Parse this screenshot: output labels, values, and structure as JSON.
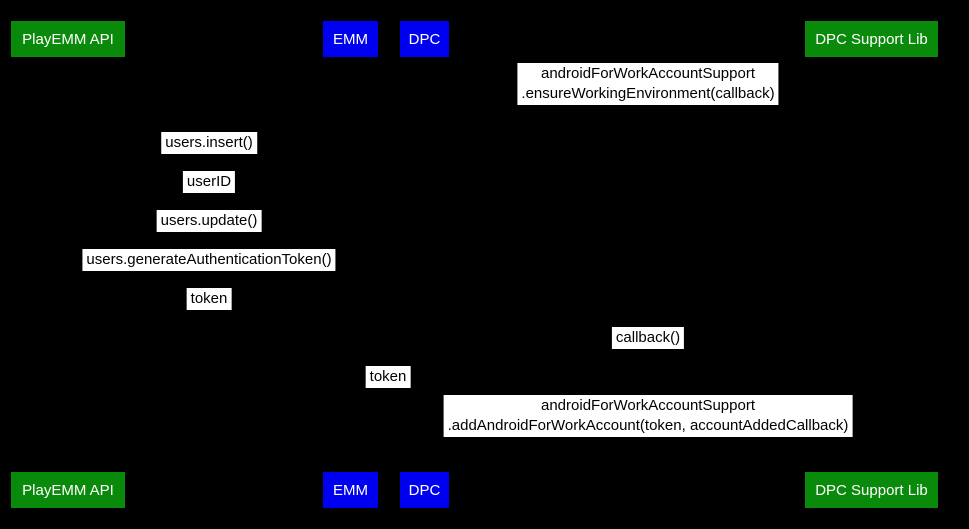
{
  "diagram": {
    "type": "sequence-diagram",
    "colors": {
      "background": "#000000",
      "api_green": "#0a8a0a",
      "component_blue": "#0000f0",
      "label_bg": "#ffffff",
      "label_text": "#000000",
      "participant_text": "#ffffff"
    },
    "participants": [
      {
        "id": "playemm-api",
        "label": "PlayEMM API",
        "role": "api"
      },
      {
        "id": "emm",
        "label": "EMM",
        "role": "component"
      },
      {
        "id": "dpc",
        "label": "DPC",
        "role": "component"
      },
      {
        "id": "dpc-support-lib",
        "label": "DPC Support Lib",
        "role": "api"
      }
    ],
    "messages": [
      {
        "id": "ensure-working-environment",
        "from": "dpc",
        "to": "dpc-support-lib",
        "lines": [
          "androidForWorkAccountSupport",
          ".ensureWorkingEnvironment(callback)"
        ]
      },
      {
        "id": "users-insert",
        "from": "emm",
        "to": "playemm-api",
        "lines": [
          "users.insert()"
        ]
      },
      {
        "id": "user-id",
        "from": "playemm-api",
        "to": "emm",
        "lines": [
          "userID"
        ]
      },
      {
        "id": "users-update",
        "from": "emm",
        "to": "playemm-api",
        "lines": [
          "users.update()"
        ]
      },
      {
        "id": "users-generate-authentication-token",
        "from": "emm",
        "to": "playemm-api",
        "lines": [
          "users.generateAuthenticationToken()"
        ]
      },
      {
        "id": "token-to-emm",
        "from": "playemm-api",
        "to": "emm",
        "lines": [
          "token"
        ]
      },
      {
        "id": "callback",
        "from": "dpc-support-lib",
        "to": "dpc",
        "lines": [
          "callback()"
        ]
      },
      {
        "id": "token-to-dpc",
        "from": "emm",
        "to": "dpc",
        "lines": [
          "token"
        ]
      },
      {
        "id": "add-android-for-work-account",
        "from": "dpc",
        "to": "dpc-support-lib",
        "lines": [
          "androidForWorkAccountSupport",
          ".addAndroidForWorkAccount(token, accountAddedCallback)"
        ]
      }
    ]
  }
}
